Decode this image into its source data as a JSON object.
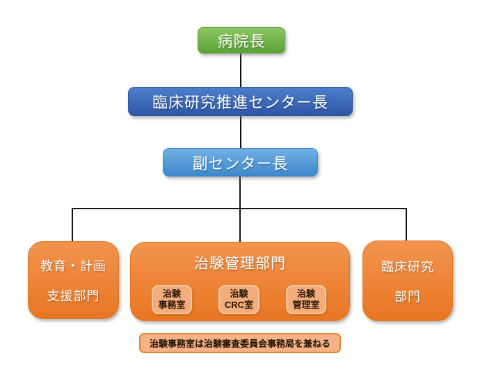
{
  "org_chart": {
    "top_node": {
      "label": "病院長"
    },
    "center_head_node": {
      "label": "臨床研究推進センター長"
    },
    "deputy_head_node": {
      "label": "副センター長"
    },
    "departments": {
      "education_support": {
        "line1": "教育・計画",
        "line2": "支援部門"
      },
      "trial_management": {
        "title": "治験管理部門",
        "offices": [
          {
            "label": "治験\n事務室"
          },
          {
            "label": "治験\nCRC室"
          },
          {
            "label": "治験\n管理室"
          }
        ]
      },
      "clinical_research": {
        "line1": "臨床研究",
        "line2": "部門"
      }
    },
    "note": {
      "text": "治験事務室は治験審査委員会事務局を兼ねる"
    },
    "colors": {
      "green_node": "#6fb04a",
      "dark_blue_node": "#3b66b5",
      "light_blue_node": "#4f97d6",
      "orange_node": "#ed8133",
      "office_box_bg": "#f3ac7c",
      "note_bg": "#f5b286",
      "note_border": "#e8823b",
      "connector_line": "#111111",
      "text_on_color": "#ffffff",
      "text_dark": "#2b1708"
    }
  }
}
